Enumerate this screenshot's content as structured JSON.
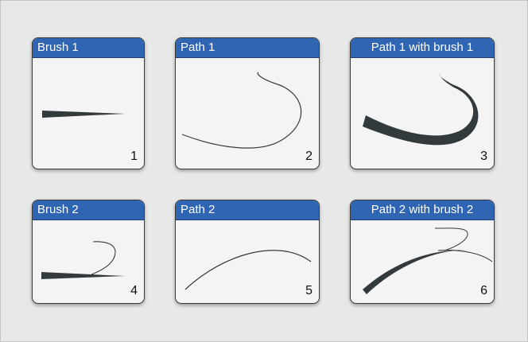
{
  "colors": {
    "header_background": "#2f65b3",
    "header_text": "#ffffff",
    "card_background": "#f4f4f4",
    "stroke": "#333a3e"
  },
  "cards": [
    {
      "title": "Brush 1",
      "number": "1"
    },
    {
      "title": "Path 1",
      "number": "2"
    },
    {
      "title": "Path 1 with brush 1",
      "number": "3"
    },
    {
      "title": "Brush 2",
      "number": "4"
    },
    {
      "title": "Path 2",
      "number": "5"
    },
    {
      "title": "Path 2 with brush 2",
      "number": "6"
    }
  ]
}
